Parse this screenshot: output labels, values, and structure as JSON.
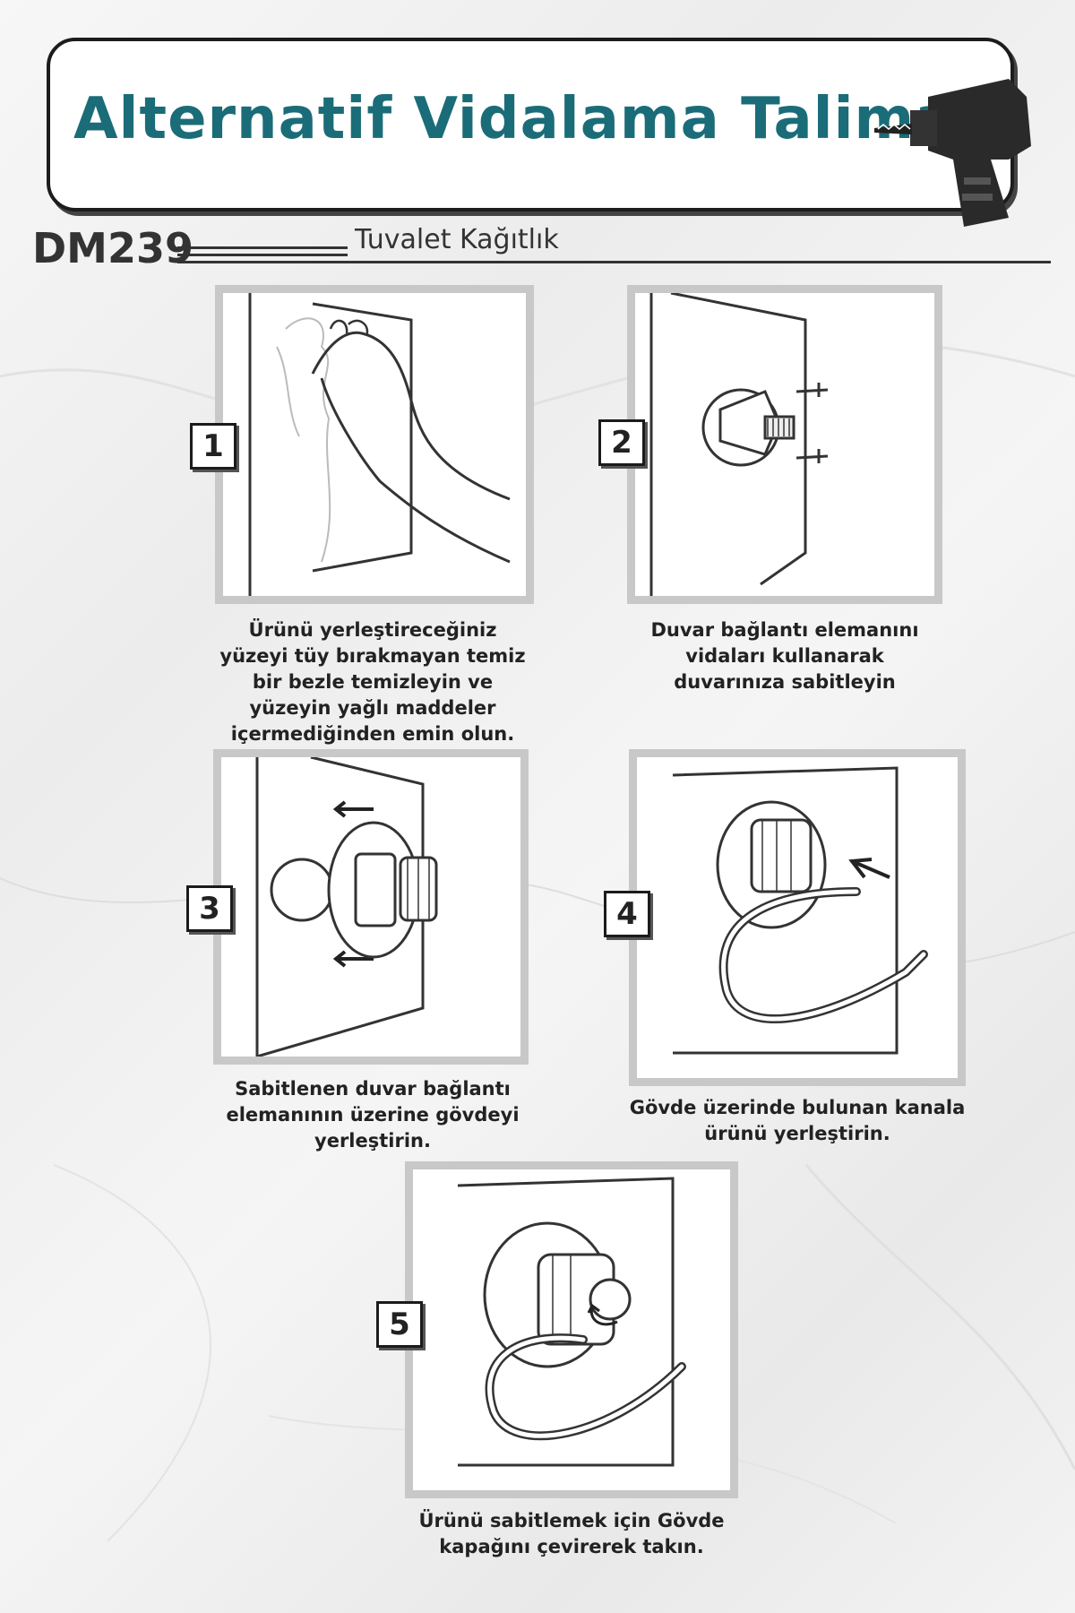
{
  "header": {
    "title": "Alternatif Vidalama Talimatı",
    "icon": "power-drill-icon"
  },
  "product": {
    "code": "DM239",
    "name": "Tuvalet Kağıtlık"
  },
  "steps": [
    {
      "number": "1",
      "caption": "Ürünü yerleştireceğiniz yüzeyi tüy bırakmayan temiz bir bezle temizleyin ve yüzeyin yağlı maddeler içermediğinden emin olun."
    },
    {
      "number": "2",
      "caption": "Duvar bağlantı elemanını vidaları kullanarak duvarınıza sabitleyin"
    },
    {
      "number": "3",
      "caption": "Sabitlenen duvar bağlantı elemanının üzerine gövdeyi yerleştirin."
    },
    {
      "number": "4",
      "caption": "Gövde üzerinde bulunan kanala ürünü yerleştirin."
    },
    {
      "number": "5",
      "caption": "Ürünü sabitlemek için Gövde kapağını çevirerek takın."
    }
  ],
  "colors": {
    "title": "#1a6c78",
    "frame": "#c8c8c8"
  }
}
